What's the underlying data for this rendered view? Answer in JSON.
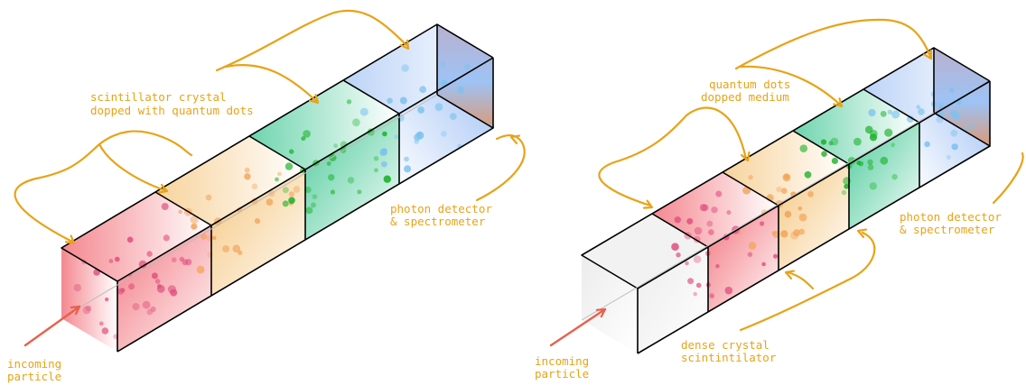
{
  "colors": {
    "annotation": "#e8a317",
    "edge": "#000000",
    "arrow_incoming": "#e9604a",
    "segment_red": "#f0606a",
    "segment_orange": "#f2b65a",
    "segment_green": "#2fc28a",
    "segment_blue": "#8fb6f2",
    "detector_top": "#b9b0cf",
    "detector_bottom": "#d99a7a",
    "dot_red": "#e0507e",
    "dot_orange": "#f2a55a",
    "dot_green": "#1db32c",
    "dot_blue": "#7cc2ee",
    "clear_face": "#f4f4f4"
  },
  "left": {
    "label_crystal": [
      "scintillator crystal",
      "dopped with quantum dots"
    ],
    "label_detector": [
      "photon detector",
      "& spectrometer"
    ],
    "label_particle": [
      "incoming",
      "particle"
    ]
  },
  "right": {
    "label_quantum": [
      "quantum dots",
      "dopped medium"
    ],
    "label_detector": [
      "photon detector",
      "& spectrometer"
    ],
    "label_dense": [
      "dense crystal",
      "scintintilator"
    ],
    "label_particle": [
      "incoming",
      "particle"
    ]
  }
}
